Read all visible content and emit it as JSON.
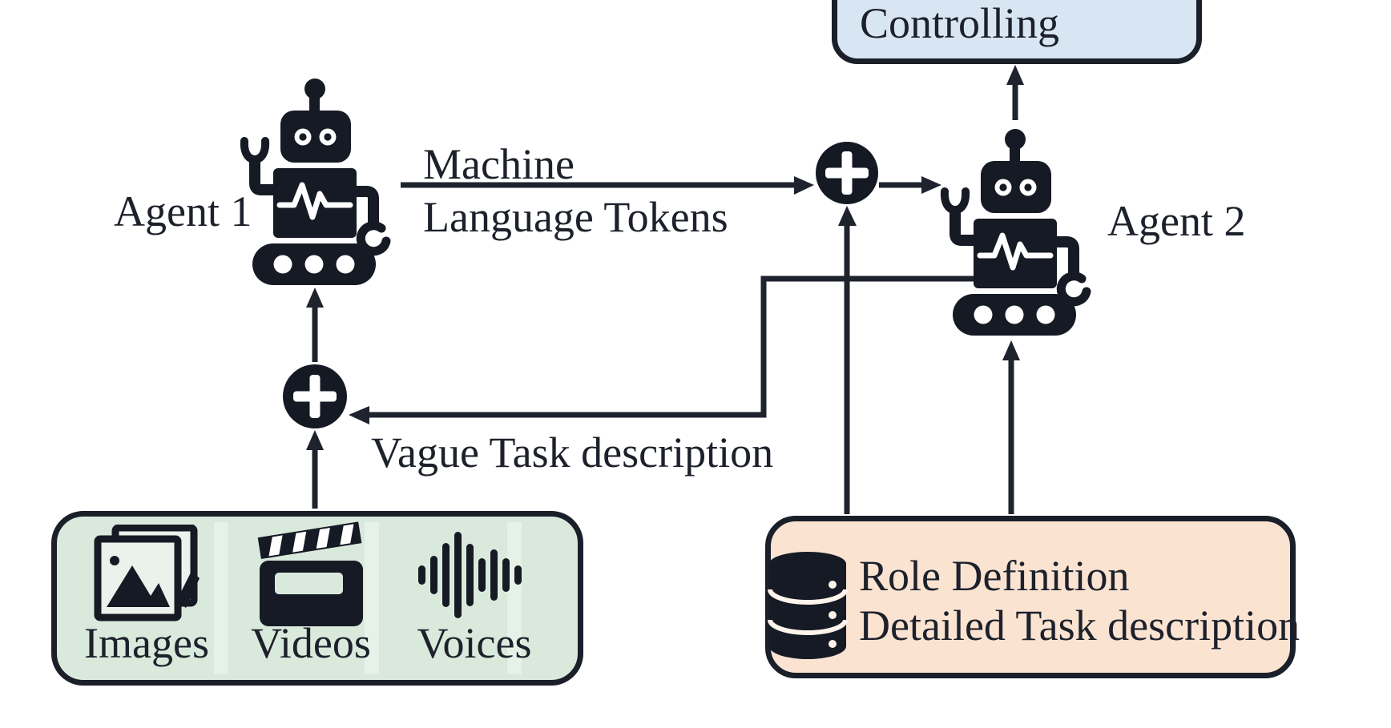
{
  "figure": {
    "type": "multi-agent-communication-flow-diagram",
    "background": "#ffffff",
    "ink_color": "#1e232e",
    "nodes": {
      "controlling": {
        "label": "Controlling",
        "fill": "#d8e5f2"
      },
      "agent1": {
        "label": "Agent 1",
        "icon": "robot-icon"
      },
      "agent2": {
        "label": "Agent 2",
        "icon": "robot-icon"
      },
      "sum1": {
        "symbol": "+",
        "icon": "plus-circle-icon"
      },
      "sum2": {
        "symbol": "+",
        "icon": "plus-circle-icon"
      },
      "modalities": {
        "fill": "#d9e9dc",
        "items": [
          {
            "label": "Images",
            "icon": "images-icon"
          },
          {
            "label": "Videos",
            "icon": "videos-icon"
          },
          {
            "label": "Voices",
            "icon": "voices-icon"
          }
        ]
      },
      "knowledge": {
        "fill": "#fbe3d2",
        "icon": "database-icon",
        "line1": "Role Definition",
        "line2": "Detailed Task description"
      }
    },
    "edge_labels": {
      "machine_line1": "Machine",
      "machine_line2": "Language Tokens",
      "vague": "Vague Task description"
    },
    "edges": [
      {
        "from": "Agent 1",
        "to": "sum1",
        "label": "Machine Language Tokens"
      },
      {
        "from": "sum1",
        "to": "Agent 2"
      },
      {
        "from": "Agent 2",
        "to": "Controlling"
      },
      {
        "from": "Agent 2",
        "to": "sum2",
        "label": "Vague Task description"
      },
      {
        "from": "Images/Videos/Voices box",
        "to": "sum2"
      },
      {
        "from": "sum2",
        "to": "Agent 1"
      },
      {
        "from": "Role Definition / Detailed Task description box",
        "to": "sum1"
      },
      {
        "from": "Role Definition / Detailed Task description box",
        "to": "Agent 2"
      }
    ]
  }
}
